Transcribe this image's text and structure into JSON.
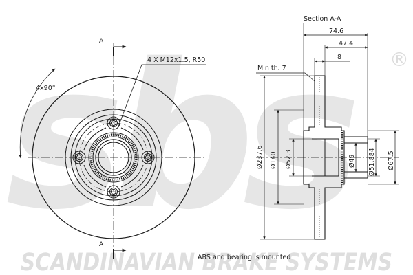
{
  "watermark": {
    "logo_text": "sbs",
    "registered_mark": "®",
    "brand_line": "SCANDINAVIAN BRAKE SYSTEMS",
    "color": "#e3e3e3"
  },
  "front_view": {
    "section_marker_top": "A",
    "section_marker_bottom": "A",
    "bolt_label": "4 X M12x1.5, R50",
    "angle_label": "4x90°"
  },
  "section_view": {
    "title": "Section A-A",
    "min_thickness": "Min th. 7",
    "dim_overall_width": "74.6",
    "dim_hub_width": "47.4",
    "dim_disc_thickness": "8",
    "dim_outer_diameter": "Ø237.6",
    "dim_hub_diameter": "Ø140",
    "dim_center_bore": "Ø52.3",
    "dim_bearing_bore": "Ø49",
    "dim_bearing_ring": "Ø51.884",
    "dim_bearing_outer": "Ø67.5"
  },
  "note": "ABS and bearing is mounted",
  "colors": {
    "line": "#1a1a1a",
    "background": "#ffffff"
  }
}
